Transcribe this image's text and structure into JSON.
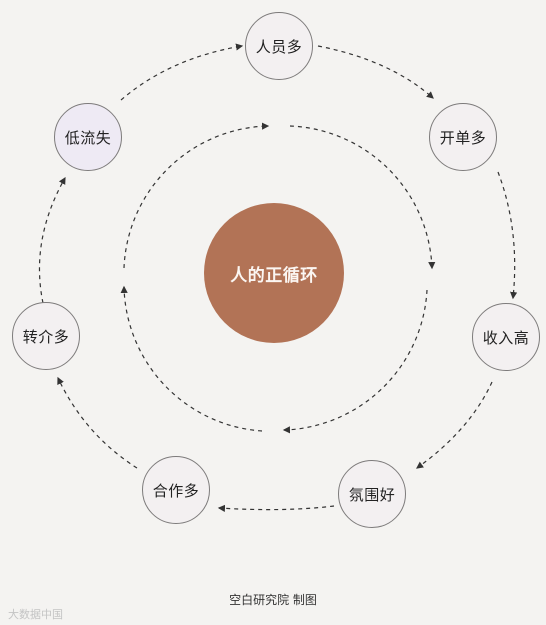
{
  "diagram": {
    "center_label": "人的正循环",
    "nodes": [
      {
        "id": "n1",
        "label": "人员多"
      },
      {
        "id": "n2",
        "label": "开单多"
      },
      {
        "id": "n3",
        "label": "收入高"
      },
      {
        "id": "n4",
        "label": "氛围好"
      },
      {
        "id": "n5",
        "label": "合作多"
      },
      {
        "id": "n6",
        "label": "转介多"
      },
      {
        "id": "n7",
        "label": "低流失"
      }
    ],
    "flow_direction": "clockwise",
    "colors": {
      "center_fill": "#b27356",
      "node_fill": "#f3f0f1",
      "node_border": "#7d7b7b",
      "arrow": "#333333"
    }
  },
  "caption": "空白研究院 制图",
  "watermark": "大数据中国"
}
